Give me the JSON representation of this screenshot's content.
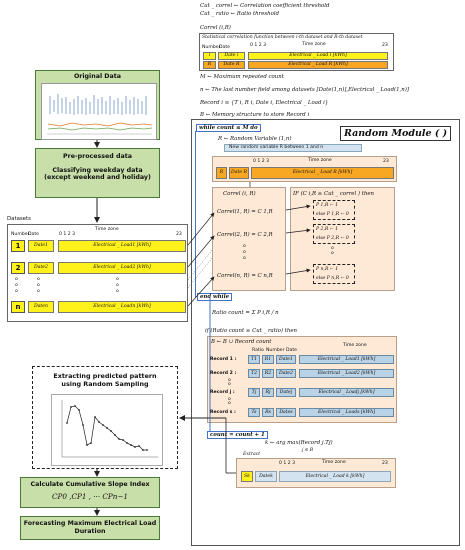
{
  "defs": {
    "line1": "Cut _ correl ← Correlation coefficient threshold",
    "line2": "Cut _ ratio ← Ratio threshold",
    "correl_label": "Correl (i,R)",
    "correl_desc": "Statistical correlation function between i-th dataset and R-th dataset",
    "m_line": "M ← Maximum  repeated  count",
    "n_line": "n ← The last number field among datasets [Date(1,n)],Electrical _ Load(1,n)]",
    "record_line": "Record i ≡ {T i, R i, Date i, Electrical _ Load i}",
    "b_line": "B ← Memory structure to store Record i"
  },
  "mini_table": {
    "col_number": "Number",
    "col_date": "Date",
    "ticks": "0 1 2 3",
    "tick_end": "23",
    "zone": "Time zone",
    "row_i_num": "i",
    "row_i_date": "Date i",
    "row_i_load": "Electrical _ Load i [kWh]",
    "row_r_num": "R",
    "row_r_date": "Date R",
    "row_r_load": "Electrical _ Load R [kWh]"
  },
  "left": {
    "original_data": "Original Data",
    "preprocessed": "Pre-processed data",
    "classifying": "Classifying weekday data (except weekend and holiday)",
    "datasets_label": "Datasets",
    "col_number": "Number",
    "col_date": "Date",
    "zone": "Time zone",
    "ticks": "0 1 2 3",
    "tick_end": "23",
    "rows": [
      {
        "num": "1",
        "date": "Date1",
        "load": "Electrical _ Load1 [kWh]"
      },
      {
        "num": "2",
        "date": "Date2",
        "load": "Electrical _ Load2 [kWh]"
      },
      {
        "num": "n",
        "date": "Daten",
        "load": "Electrical _ Loadn [kWh]"
      }
    ],
    "extract": "Extracting predicted pattern using Random Sampling",
    "slope": "Calculate Cumulative Slope Index",
    "cp": "CP0 ,CP1 , ··· CPn−1",
    "forecast": "Forecasting Maximum Electrical Load Duration"
  },
  "module": {
    "while": "while  count ≤ M do",
    "title": "Random Module ( )",
    "r_line": "R ← Random Variable (1,n)",
    "r_sub": "New random variable R between 1 and n",
    "zone": "Time zone",
    "ticks": "0 1 2 3",
    "tick_end": "23",
    "r_num": "R",
    "r_date": "Date R",
    "r_load": "Electrical _ Load R [kWh]",
    "correl_head": "Correl (i, R)",
    "if_head": "IF (C i,R ≥ Cut _ correl ) then",
    "correls": [
      "Correl(1, R) = C 1,R",
      "Correl(2, R) = C 2,R",
      "Correl(n, R) = C n,R"
    ],
    "p1": [
      "P 1,R ← 1",
      "else  P 1,R ← 0"
    ],
    "p2": [
      "P 2,R ← 1",
      "else  P 2,R ← 0"
    ],
    "pn": [
      "P n,R ← 1",
      "else  P n,R ← 0"
    ],
    "end_while": "end   while",
    "ratio": "Ratio count = Σ P i,R / n",
    "if_ratio": "if  (Ratio count ≥ Cut _ ratio)  then",
    "b_assign": "B ← B ∪ Record count",
    "rec_head_ratio": "Ratio",
    "rec_head_number": "Number",
    "rec_head_date": "Date",
    "rec_zone": "Time zone",
    "records": [
      {
        "label": "Record 1 :",
        "t": "T1",
        "r": "R1",
        "date": "Date1",
        "load": "Electrical _ Load1 [kWh]"
      },
      {
        "label": "Record 2 :",
        "t": "T2",
        "r": "R2",
        "date": "Date2",
        "load": "Electrical _ Load2 [kWh]"
      },
      {
        "label": "Record j :",
        "t": "Tj",
        "r": "Rj",
        "date": "Datej",
        "load": "Electrical _ Loadj [kWh]"
      },
      {
        "label": "Record s :",
        "t": "Ts",
        "r": "Rs",
        "date": "Dates",
        "load": "Electrical _ Loads [kWh]"
      }
    ],
    "count_inc": "count = count + 1",
    "k_assign": "k ← arg max(Record j.Tj)",
    "k_sub": "j ∈ B",
    "extract_label": "Extract",
    "k_num": "Sk",
    "k_date": "Datek",
    "k_load": "Electrical _ Load k [kWh]"
  },
  "colors": {
    "green": "#c9dfa9",
    "yellow": "#fff21a",
    "orange": "#f8a723",
    "blue": "#b9d2e6",
    "peach": "#fde9d6"
  }
}
